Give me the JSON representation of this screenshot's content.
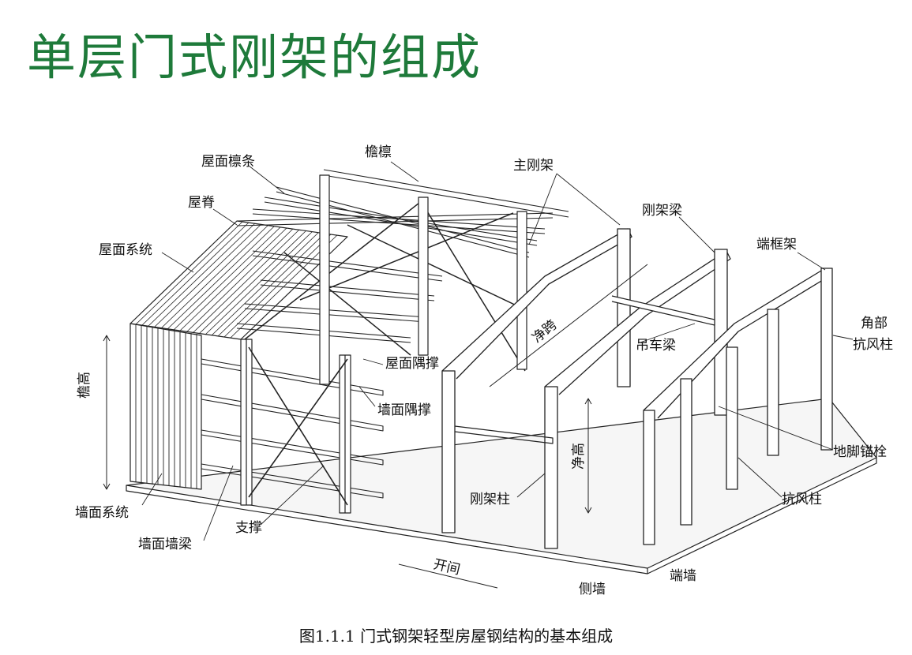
{
  "title": "单层门式刚架的组成",
  "caption": "图1.1.1 门式钢架轻型房屋钢结构的基本组成",
  "labels": {
    "yan_lin": "檐檩",
    "wu_mian_lin_tiao": "屋面檩条",
    "zhu_gang_jia": "主刚架",
    "wu_ji": "屋脊",
    "gang_jia_liang": "刚架梁",
    "wu_mian_xi_tong": "屋面系统",
    "duan_kuang_jia": "端框架",
    "jing_kua": "净跨",
    "jiao_bu": "角部",
    "kang_feng_zhu_corner": "抗风柱",
    "diao_che_liang": "吊车梁",
    "wu_mian_yu_cheng": "屋面隅撑",
    "qiang_mian_yu_cheng": "墙面隅撑",
    "yan_gao": "檐高",
    "jing_gao": "净高",
    "di_jiao_mao_shuan": "地脚锚栓",
    "gang_jia_zhu": "刚架柱",
    "kang_feng_zhu": "抗风柱",
    "qiang_mian_xi_tong": "墙面系统",
    "zhi_cheng": "支撑",
    "qiang_mian_qiang_liang": "墙面墙梁",
    "kai_jian": "开间",
    "duan_qiang": "端墙",
    "ce_qiang": "侧墙"
  },
  "colors": {
    "title": "#1e7a3a",
    "line": "#222222"
  }
}
